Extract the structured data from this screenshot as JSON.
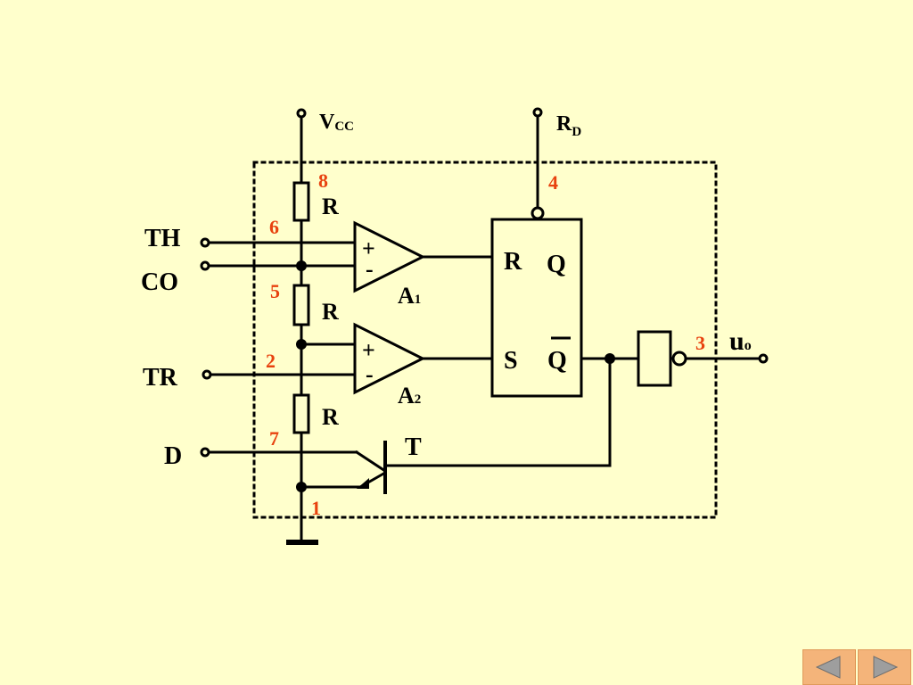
{
  "terminals": {
    "vcc_main": "V",
    "vcc_sub": "CC",
    "rd_main": "R",
    "rd_sub": "D",
    "th": "TH",
    "co": "CO",
    "tr": "TR",
    "d": "D",
    "uo_main": "u",
    "uo_sub": "o"
  },
  "pins": [
    "8",
    "4",
    "6",
    "5",
    "2",
    "7",
    "1",
    "3"
  ],
  "resistors": [
    "R",
    "R",
    "R"
  ],
  "comparators": {
    "a1_main": "A",
    "a1_sub": "1",
    "a2_main": "A",
    "a2_sub": "2",
    "plus": "+",
    "minus": "-"
  },
  "flipflop": {
    "r": "R",
    "q": "Q",
    "s": "S",
    "qbar": "Q"
  },
  "transistor": "T",
  "colors": {
    "background": "#FFFFCC",
    "pin_numbers": "#E8420F",
    "nav": "#F4B47A"
  },
  "nav": {
    "prev_icon": "triangle-left-icon",
    "next_icon": "triangle-right-icon"
  }
}
